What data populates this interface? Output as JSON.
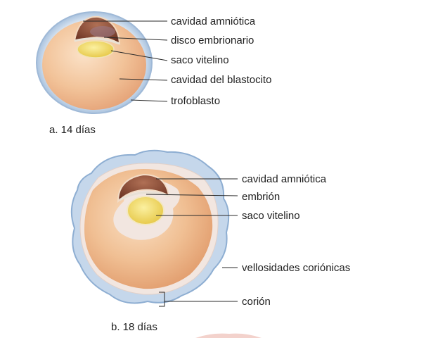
{
  "diagram_a": {
    "caption": "a. 14 días",
    "labels": {
      "amniotic_cavity": "cavidad amniótica",
      "embryonic_disc": "disco embrionario",
      "yolk_sac": "saco vitelino",
      "blastocyst_cavity": "cavidad del blastocito",
      "trophoblast": "trofoblasto"
    }
  },
  "diagram_b": {
    "caption": "b. 18 días",
    "labels": {
      "amniotic_cavity": "cavidad amniótica",
      "embryo": "embrión",
      "yolk_sac": "saco vitelino",
      "chorionic_villi": "vellosidades coriónicas",
      "chorion": "corión"
    }
  },
  "colors": {
    "outer_blue": "#b9cde4",
    "outer_blue_edge": "#8fb0d3",
    "peach_light": "#f7d2ae",
    "peach_dark": "#e9a77b",
    "amnion_brown": "#8b4a32",
    "yolk": "#f3df69",
    "leader_line": "#2a2a2a"
  }
}
